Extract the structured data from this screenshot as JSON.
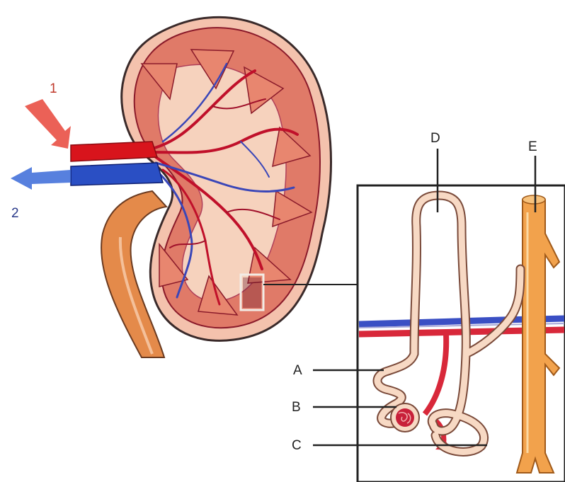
{
  "labels": {
    "one": "1",
    "two": "2",
    "a": "A",
    "b": "B",
    "c": "C",
    "d": "D",
    "e": "E"
  },
  "colors": {
    "artery": "#d8141c",
    "vein": "#2a4fc4",
    "cortex": "#e8866f",
    "medulla": "#f6d2bd",
    "outline": "#3a2a2a",
    "ureter": "#e48a4a",
    "collecting_duct": "#f2a24c",
    "tubule": "#f7d9c4"
  }
}
